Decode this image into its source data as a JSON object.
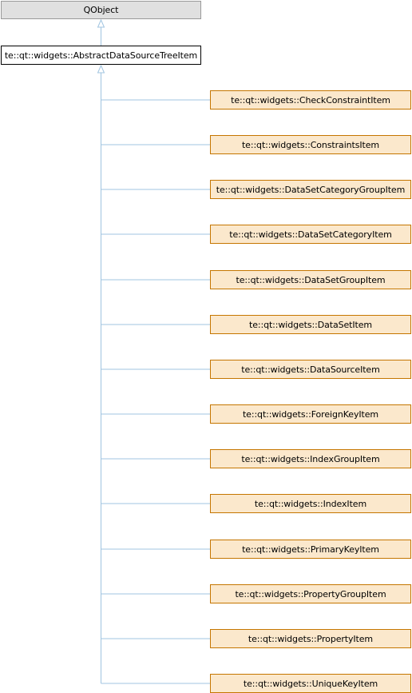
{
  "root": {
    "label": "QObject"
  },
  "base": {
    "label": "te::qt::widgets::AbstractDataSourceTreeItem"
  },
  "derived": [
    {
      "label": "te::qt::widgets::CheckConstraintItem"
    },
    {
      "label": "te::qt::widgets::ConstraintsItem"
    },
    {
      "label": "te::qt::widgets::DataSetCategoryGroupItem"
    },
    {
      "label": "te::qt::widgets::DataSetCategoryItem"
    },
    {
      "label": "te::qt::widgets::DataSetGroupItem"
    },
    {
      "label": "te::qt::widgets::DataSetItem"
    },
    {
      "label": "te::qt::widgets::DataSourceItem"
    },
    {
      "label": "te::qt::widgets::ForeignKeyItem"
    },
    {
      "label": "te::qt::widgets::IndexGroupItem"
    },
    {
      "label": "te::qt::widgets::IndexItem"
    },
    {
      "label": "te::qt::widgets::PrimaryKeyItem"
    },
    {
      "label": "te::qt::widgets::PropertyGroupItem"
    },
    {
      "label": "te::qt::widgets::PropertyItem"
    },
    {
      "label": "te::qt::widgets::UniqueKeyItem"
    }
  ],
  "colors": {
    "root_fill": "#e0e0e0",
    "root_border": "#999999",
    "base_fill": "#ffffff",
    "base_border": "#000000",
    "derived_fill": "#fbe8cc",
    "derived_border": "#c57600",
    "edge": "#a0c4e0"
  }
}
